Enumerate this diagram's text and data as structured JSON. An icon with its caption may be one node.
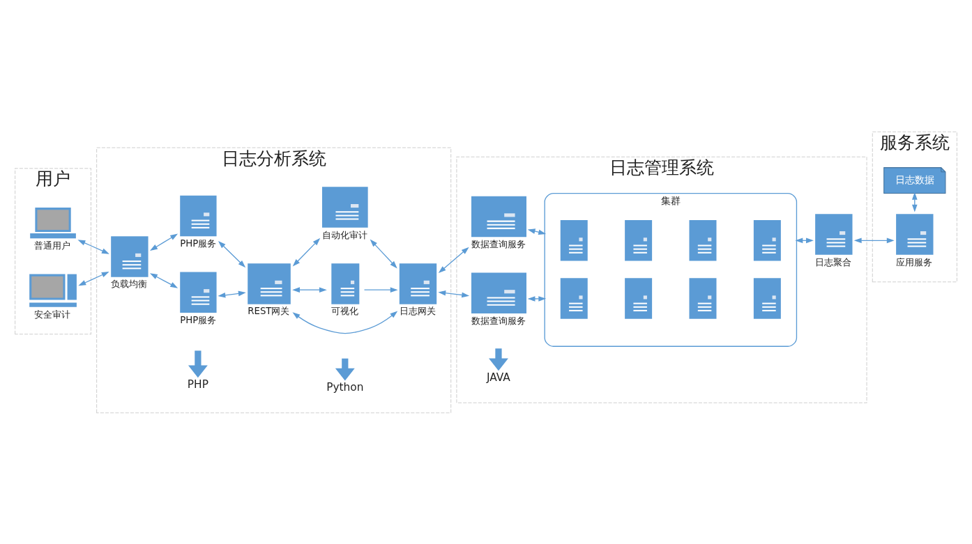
{
  "diagram": {
    "nodes": [
      {
        "text": [
          "用户"
        ]
      },
      {
        "text": [
          "普通用户"
        ],
        "in": 0
      },
      {
        "text": [
          "安全审计"
        ],
        "in": 0
      },
      {
        "text": [
          "日志分析系统"
        ]
      },
      {
        "text": [
          "负载均衡"
        ],
        "in": 3
      },
      {
        "text": [
          "PHP服务"
        ],
        "in": 3
      },
      {
        "text": [
          "PHP服务"
        ],
        "in": 3
      },
      {
        "text": [
          "REST网关"
        ],
        "in": 3
      },
      {
        "text": [
          "日志网关"
        ],
        "in": 3
      },
      {
        "text": [
          "可视化"
        ],
        "in": 3
      },
      {
        "text": [
          "自动化审计"
        ],
        "in": 3
      },
      {
        "text": [
          "PHP"
        ],
        "in": 3
      },
      {
        "text": [
          "Python"
        ],
        "in": 3
      },
      {
        "text": [
          "日志管理系统"
        ]
      },
      {
        "text": [
          "数据查询服务"
        ],
        "in": 13
      },
      {
        "text": [
          "数据查询服务"
        ],
        "in": 13
      },
      {
        "text": [
          "集群"
        ],
        "in": 13
      },
      {
        "text": [],
        "shape": "box",
        "in": 16
      },
      {
        "text": [],
        "shape": "box",
        "in": 16
      },
      {
        "text": [],
        "shape": "box",
        "in": 16
      },
      {
        "text": [],
        "shape": "box",
        "in": 16
      },
      {
        "text": [],
        "shape": "box",
        "in": 16
      },
      {
        "text": [],
        "shape": "box",
        "in": 16
      },
      {
        "text": [],
        "shape": "box",
        "in": 16
      },
      {
        "text": [],
        "shape": "box",
        "in": 16
      },
      {
        "text": [
          "日志聚合"
        ],
        "in": 13
      },
      {
        "text": [
          "JAVA"
        ],
        "in": 13
      },
      {
        "text": [
          "服务系统"
        ]
      },
      {
        "text": [
          "应用服务"
        ],
        "in": 27
      },
      {
        "text": [
          "日志数据"
        ],
        "in": 27
      }
    ],
    "edges": [
      {
        "from": 1,
        "to": 4,
        "arrow": "both"
      },
      {
        "from": 2,
        "to": 4,
        "arrow": "both"
      },
      {
        "from": 4,
        "to": 5,
        "arrow": "both"
      },
      {
        "from": 4,
        "to": 6,
        "arrow": "both"
      },
      {
        "from": 5,
        "to": 7,
        "arrow": "both"
      },
      {
        "from": 6,
        "to": 7,
        "arrow": "both"
      },
      {
        "from": 7,
        "to": 8,
        "arrow": "both"
      },
      {
        "from": 7,
        "to": 9,
        "arrow": "both"
      },
      {
        "from": 7,
        "to": 10,
        "arrow": "both"
      },
      {
        "from": 9,
        "to": 8,
        "arrow": "to"
      },
      {
        "from": 10,
        "to": 8,
        "arrow": "both"
      },
      {
        "from": 8,
        "to": 14,
        "arrow": "both"
      },
      {
        "from": 8,
        "to": 15,
        "arrow": "both"
      },
      {
        "from": 14,
        "to": 16,
        "arrow": "both"
      },
      {
        "from": 15,
        "to": 16,
        "arrow": "both"
      },
      {
        "from": 16,
        "to": 25,
        "arrow": "both"
      },
      {
        "from": 25,
        "to": 28,
        "arrow": "both"
      },
      {
        "from": 28,
        "to": 29,
        "arrow": "both"
      },
      {
        "from": null,
        "to": 11,
        "arrow": "to",
        "style": "thick"
      },
      {
        "from": null,
        "to": 12,
        "arrow": "to",
        "style": "thick"
      },
      {
        "from": null,
        "to": 26,
        "arrow": "to",
        "style": "thick"
      }
    ]
  }
}
